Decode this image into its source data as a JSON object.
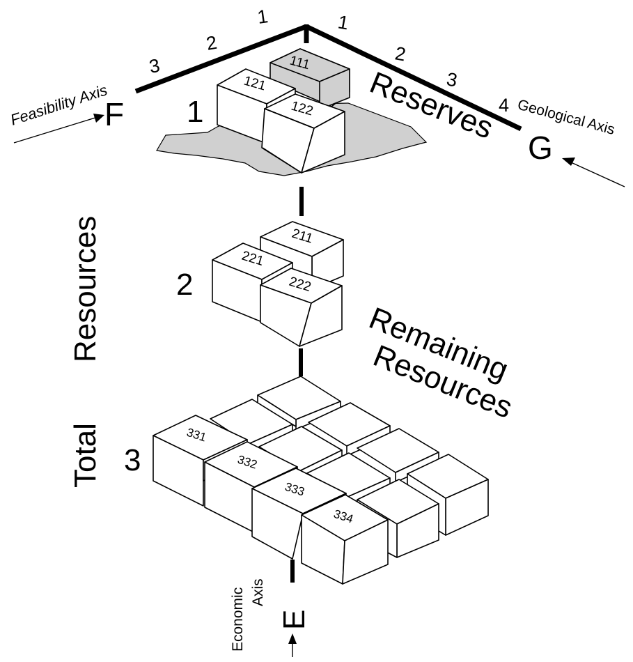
{
  "axes": {
    "feasibility": {
      "letter": "F",
      "label": "Feasibility Axis",
      "ticks": [
        "1",
        "2",
        "3"
      ]
    },
    "geological": {
      "letter": "G",
      "label": "Geological Axis",
      "ticks": [
        "1",
        "2",
        "3",
        "4"
      ]
    },
    "economic": {
      "letter": "E",
      "label_line1": "Economic",
      "label_line2": "Axis"
    }
  },
  "levels": {
    "reserves": {
      "number": "1",
      "label": "Reserves"
    },
    "resources": {
      "number": "2",
      "label": "Resources"
    },
    "total": {
      "number": "3",
      "label": "Total"
    }
  },
  "remaining_resources": {
    "line1": "Remaining",
    "line2": "Resources"
  },
  "cubes": {
    "c111": "111",
    "c121": "121",
    "c122": "122",
    "c211": "211",
    "c221": "221",
    "c222": "222",
    "c331": "331",
    "c332": "332",
    "c333": "333",
    "c334": "334"
  },
  "colors": {
    "shading": "#d0d0d0",
    "line": "#000000",
    "background": "#ffffff"
  }
}
